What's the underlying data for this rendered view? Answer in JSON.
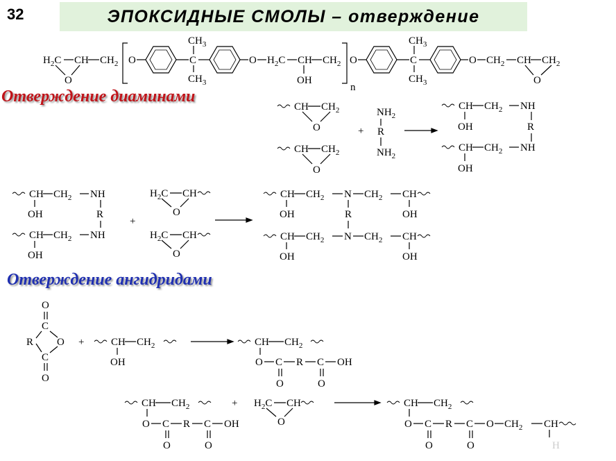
{
  "slide": {
    "number": "32",
    "title": "ЭПОКСИДНЫЕ СМОЛЫ – отверждение"
  },
  "sections": {
    "diamines": "Отверждение диаминами",
    "anhydrides": "Отверждение ангидридами"
  },
  "resin_formula": {
    "h2c": "H2C",
    "ch": "CH",
    "ch2": "CH2",
    "o": "O",
    "ch3": "CH3",
    "c": "C",
    "oh": "OH",
    "n": "n"
  },
  "amine_step1": {
    "epoxy_ch": "CH",
    "epoxy_ch2": "CH2",
    "o": "O",
    "plus": "+",
    "nh2": "NH2",
    "r": "R",
    "nh": "NH",
    "oh": "OH"
  },
  "amine_step2": {
    "h2c": "H2C",
    "ch": "CH",
    "n": "N",
    "r": "R",
    "oh": "OH"
  },
  "anhydride_step": {
    "r": "R",
    "c": "C",
    "o": "O",
    "oh": "OH",
    "h": "H"
  },
  "colors": {
    "title_bg": "#e1f2dc",
    "diamines_heading": "#c0141a",
    "anhydrides_heading": "#1f2fb0"
  }
}
